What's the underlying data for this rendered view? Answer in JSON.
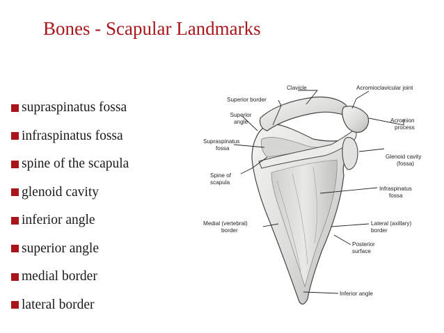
{
  "title": "Bones - Scapular Landmarks",
  "bullets": [
    "supraspinatus fossa",
    "infraspinatus fossa",
    "spine of the scapula",
    "glenoid cavity",
    "inferior angle",
    "superior angle",
    "medial border",
    "lateral border"
  ],
  "figure": {
    "labels": {
      "clavicle": "Clavicle",
      "acromioclavicular_joint": "Acromioclavicular joint",
      "superior_border": "Superior border",
      "superior_angle_1": "Superior",
      "superior_angle_2": "angle",
      "acromion_1": "Acromion",
      "acromion_2": "process",
      "supraspinatus_1": "Supraspinatus",
      "supraspinatus_2": "fossa",
      "glenoid_1": "Glenoid cavity",
      "glenoid_2": "(fossa)",
      "spine_1": "Spine of",
      "spine_2": "scapula",
      "infraspinatus_1": "Infraspinatus",
      "infraspinatus_2": "fossa",
      "medial_1": "Medial (vertebral)",
      "medial_2": "border",
      "lateral_1": "Lateral (axillary)",
      "lateral_2": "border",
      "posterior_1": "Posterior",
      "posterior_2": "surface",
      "inferior_angle": "Inferior angle"
    }
  },
  "colors": {
    "accent": "#a8161c"
  }
}
